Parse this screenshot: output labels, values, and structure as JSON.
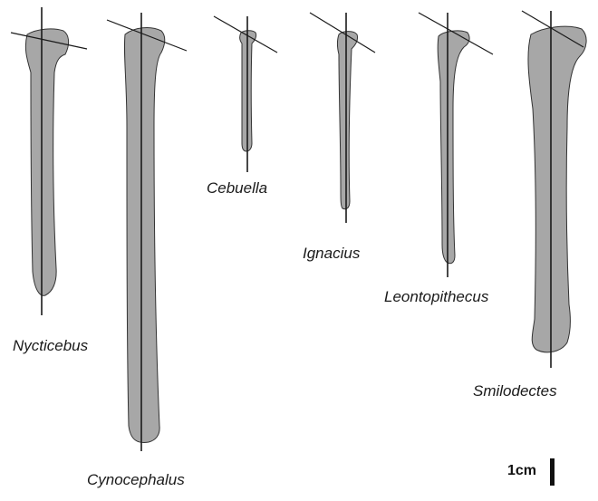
{
  "specimens": [
    {
      "id": "nycticebus",
      "label": "Nycticebus"
    },
    {
      "id": "cynocephalus",
      "label": "Cynocephalus"
    },
    {
      "id": "cebuella",
      "label": "Cebuella"
    },
    {
      "id": "ignacius",
      "label": "Ignacius"
    },
    {
      "id": "leontopithecus",
      "label": "Leontopithecus"
    },
    {
      "id": "smilodectes",
      "label": "Smilodectes"
    }
  ],
  "scale_bar": {
    "label": "1cm"
  },
  "colors": {
    "bone_fill": "#a7a7a7",
    "outline": "#333333",
    "line": "#1a1a1a"
  }
}
